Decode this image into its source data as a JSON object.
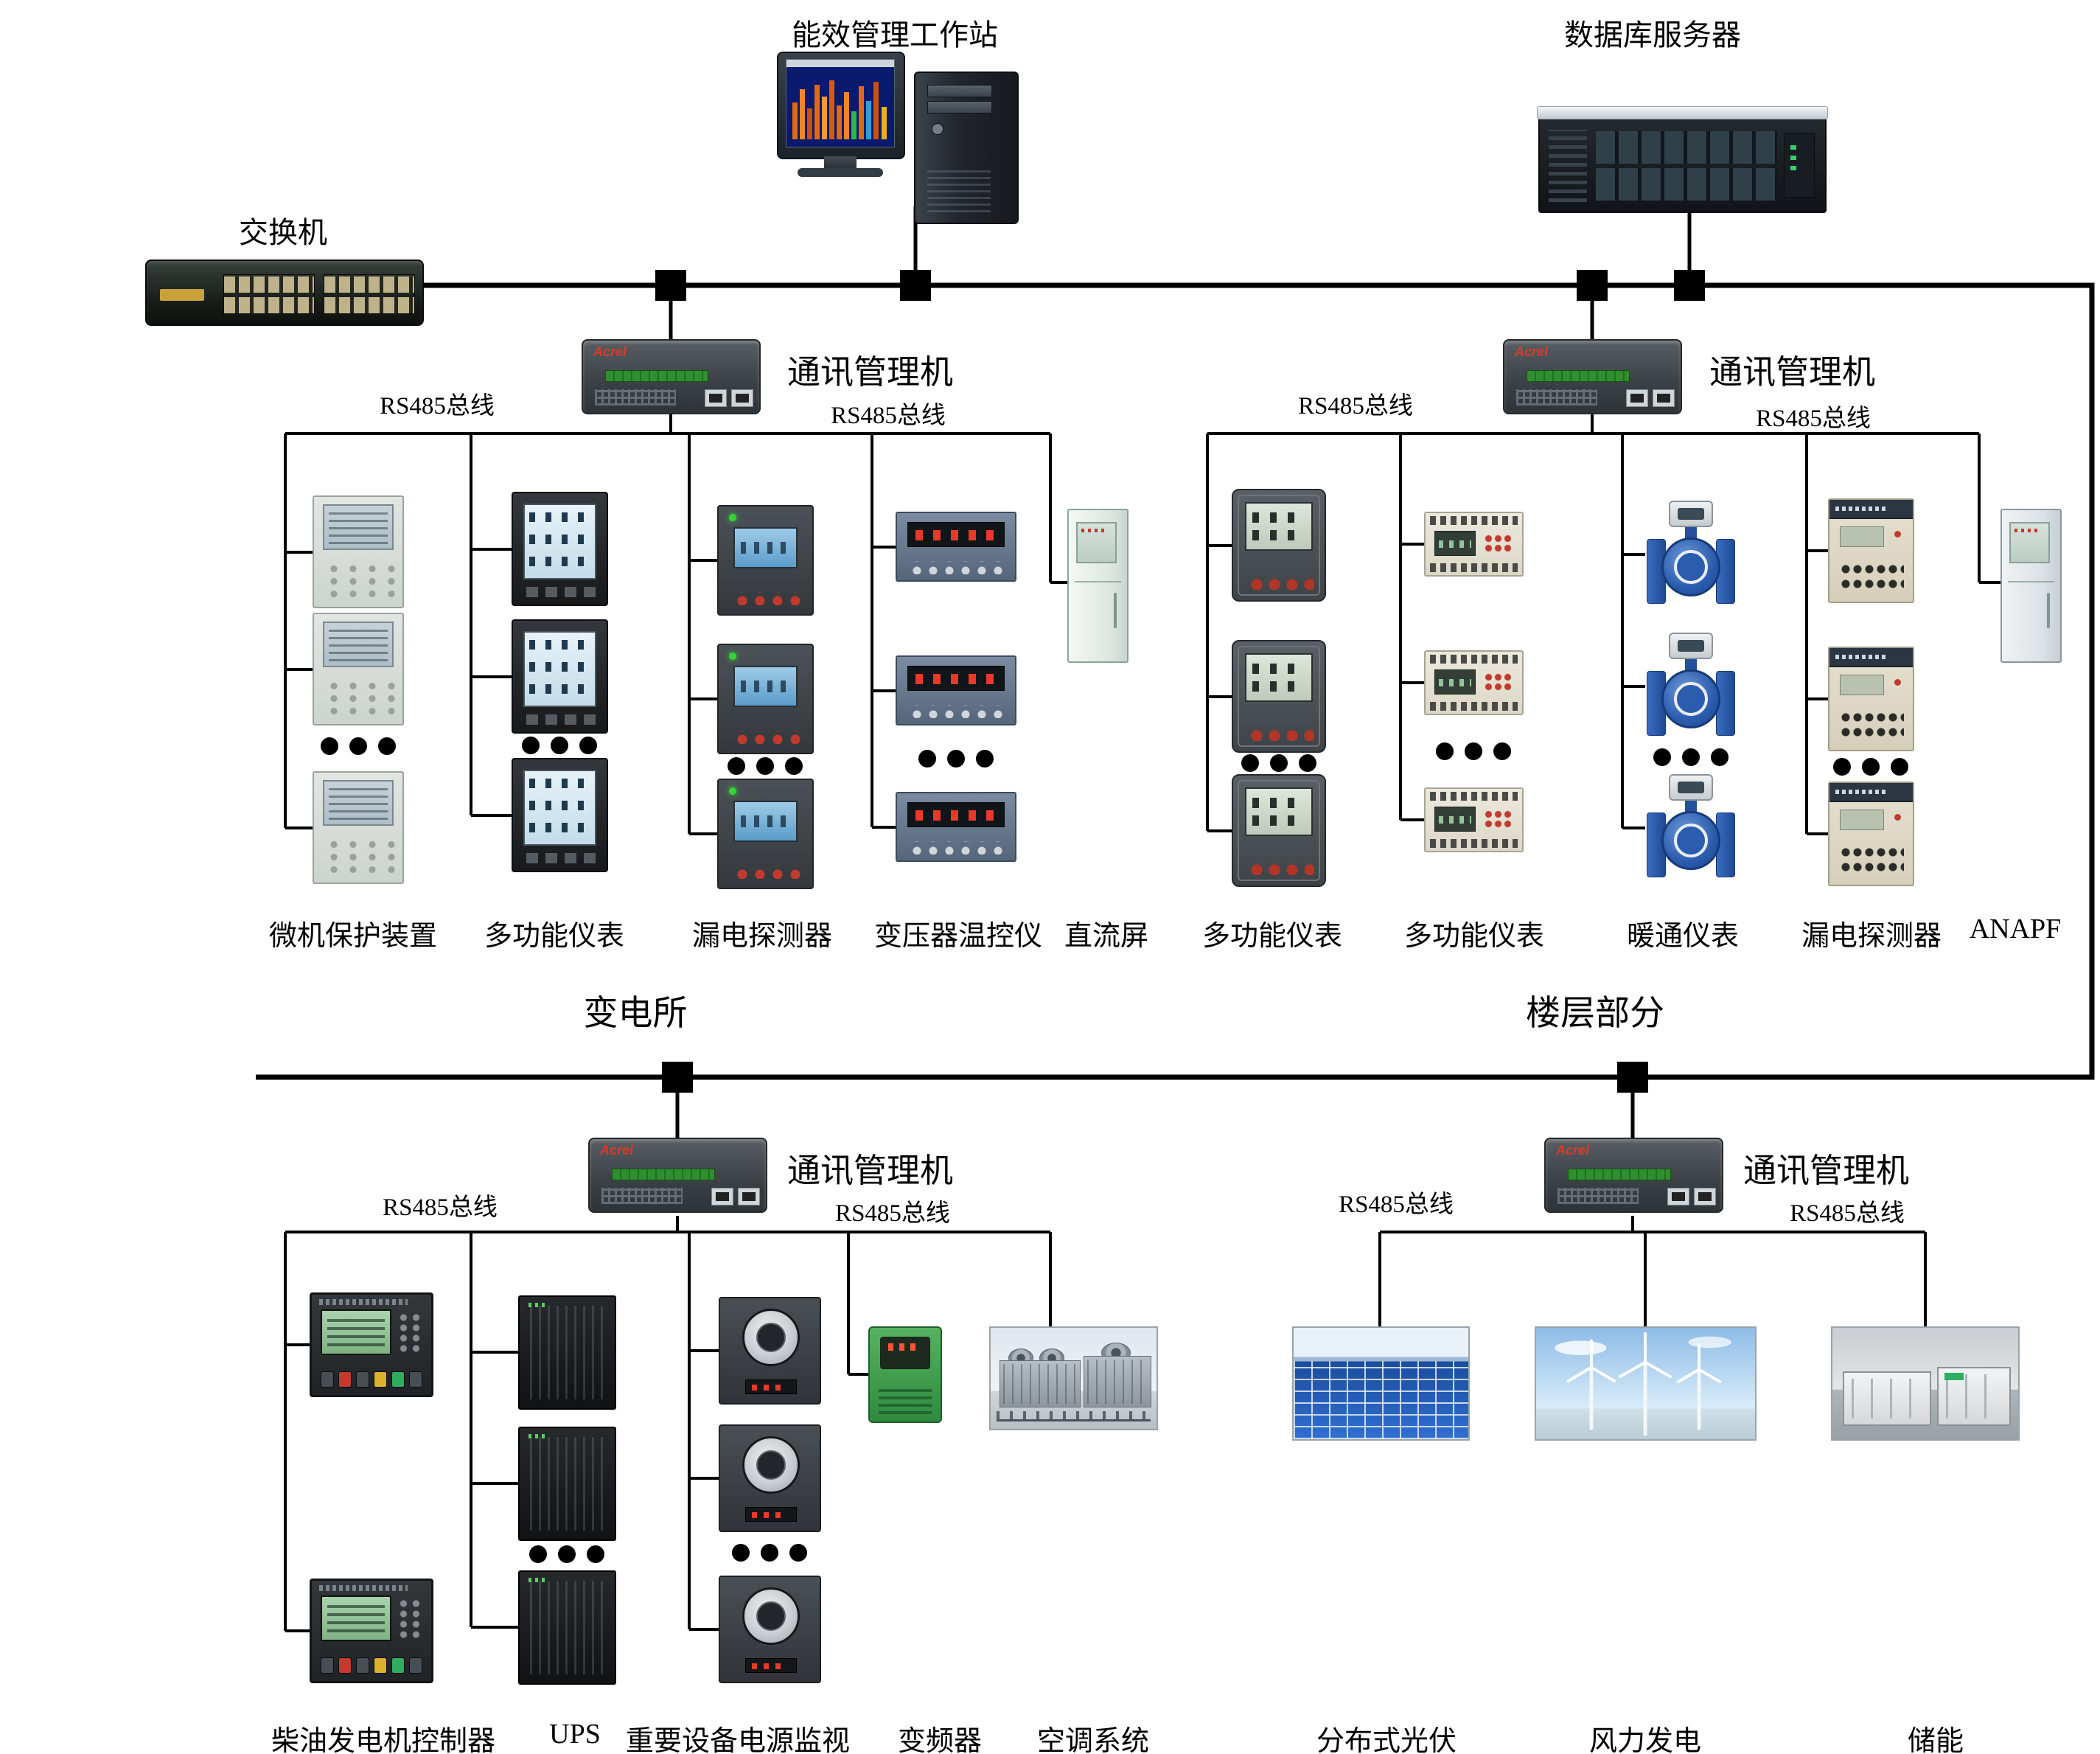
{
  "nodes": {
    "workstation": "能效管理工作站",
    "database_server": "数据库服务器",
    "switch": "交换机",
    "gateway": "通讯管理机",
    "rs485_bus": "RS485总线",
    "gateway_brand": "Acrel"
  },
  "sections": {
    "substation": "变电所",
    "floor": "楼层部分"
  },
  "substation_devices": [
    "微机保护装置",
    "多功能仪表",
    "漏电探测器",
    "变压器温控仪",
    "直流屏"
  ],
  "floor_devices": [
    "多功能仪表",
    "多功能仪表",
    "暖通仪表",
    "漏电探测器",
    "ANAPF"
  ],
  "plant_devices": [
    "柴油发电机控制器",
    "UPS",
    "重要设备电源监视",
    "变频器",
    "空调系统"
  ],
  "energy_devices": [
    "分布式光伏",
    "风力发电",
    "储能"
  ],
  "colors": {
    "wire": "#000000",
    "brand_red": "#d83a2a",
    "terminal_green": "#2f8f2f",
    "flowmeter_blue": "#2b5cae"
  }
}
